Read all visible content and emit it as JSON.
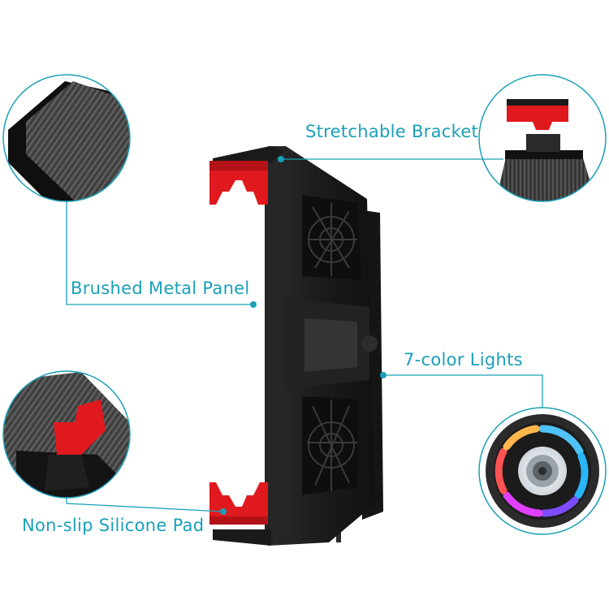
{
  "callouts": {
    "stretchable_bracket": "Stretchable Bracket",
    "brushed_metal_panel": "Brushed Metal Panel",
    "color_lights": "7-color Lights",
    "non_slip_pad": "Non-slip Silicone Pad"
  },
  "colors": {
    "accent": "#1aa0b8",
    "bracket_red": "#e0191f",
    "body_black": "#1c1c1c"
  }
}
